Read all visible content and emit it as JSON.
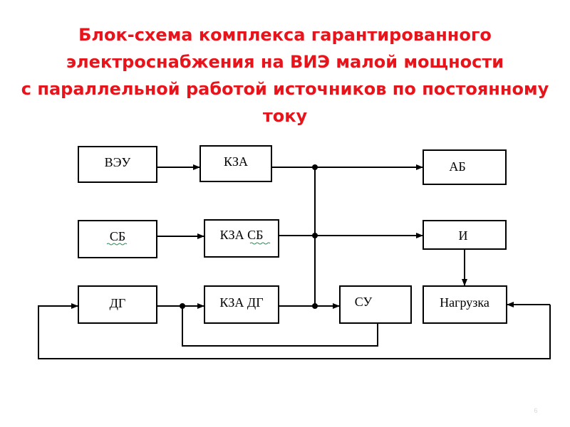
{
  "title": {
    "lines": [
      "Блок-схема комплекса гарантированного",
      "электроснабжения на ВИЭ малой мощности",
      "с параллельной работой источников по постоянному",
      "току"
    ]
  },
  "blocks": {
    "veu": "ВЭУ",
    "kza": "КЗА",
    "sb": "СБ",
    "kza_sb": "КЗА СБ",
    "dg": "ДГ",
    "kza_dg": "КЗА ДГ",
    "su": "СУ",
    "ab": "АБ",
    "inv": "И",
    "load": "Нагрузка"
  },
  "page_number": "6",
  "colors": {
    "title": "#e8141b",
    "lines": "#000000",
    "spellcheck_underline": "#2e8b57"
  }
}
